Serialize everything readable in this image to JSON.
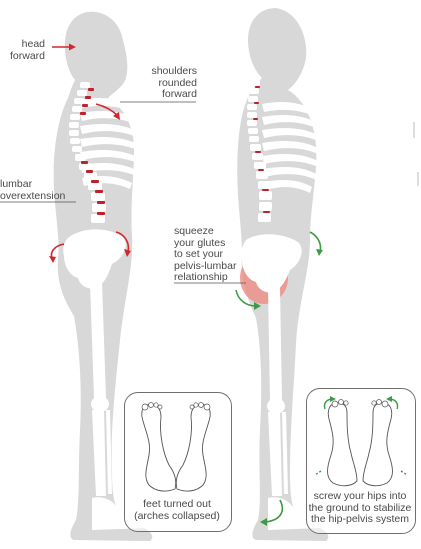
{
  "colors": {
    "body": "#d8d8d8",
    "bone": "#ffffff",
    "spine_bad": "#c0202a",
    "arrow_red": "#d3262e",
    "arrow_green": "#3f9a45",
    "glute_glow": "#ee8d84",
    "text": "#4a4a4a"
  },
  "labels": {
    "head_forward": [
      "head",
      "forward"
    ],
    "shoulders_rounded": [
      "shoulders",
      "rounded",
      "forward"
    ],
    "lumbar": [
      "lumbar",
      "overextension"
    ],
    "squeeze_glutes": [
      "squeeze",
      "your glutes",
      "to set your",
      "pelvis-lumbar",
      "relationship"
    ],
    "feet_turned_out": [
      "feet turned out",
      "(arches collapsed)"
    ],
    "screw_hips": [
      "screw your hips into",
      "the ground to stabilize",
      "the hip-pelvis system"
    ]
  },
  "icons": {
    "arrow_bad": "red-arrow",
    "arrow_good": "green-arrow"
  }
}
